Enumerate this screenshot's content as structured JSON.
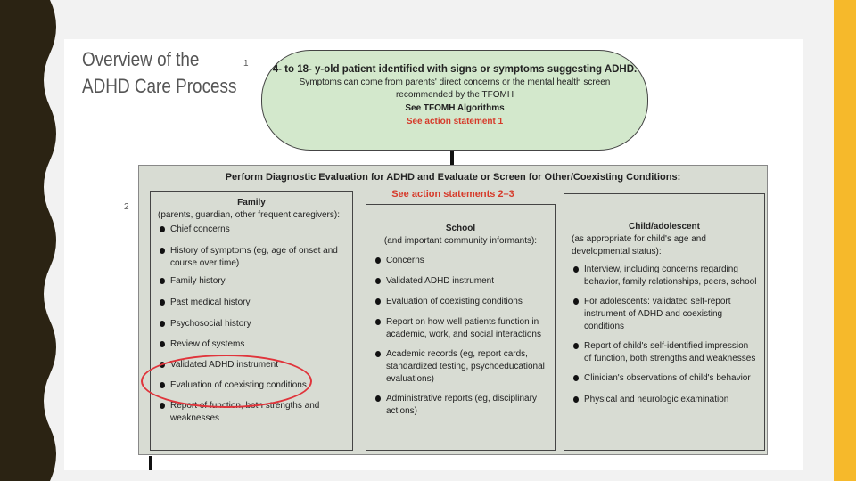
{
  "slide_title": {
    "line1": "Overview of the",
    "line2": "ADHD Care Process"
  },
  "step_numbers": {
    "step1": "1",
    "step2": "2"
  },
  "top_box": {
    "line1": "4- to 18- y-old patient identified with signs or symptoms suggesting ADHD.",
    "line2a": "Symptoms can come from parents' direct concerns or the mental health screen",
    "line2b": "recommended by the TFOMH",
    "line3": "See TFOMH Algorithms",
    "line4": "See action statement 1"
  },
  "eval_box": {
    "title": "Perform Diagnostic Evaluation for ADHD and Evaluate or Screen for Other/Coexisting Conditions:",
    "red_text": "See action statements 2–3"
  },
  "columns": {
    "family": {
      "heading": "Family",
      "subheading": "(parents, guardian, other frequent caregivers):",
      "items": [
        "Chief concerns",
        "History of symptoms (eg, age of onset and course over time)",
        "Family history",
        "Past medical history",
        "Psychosocial history",
        "Review of systems",
        "Validated ADHD instrument",
        "Evaluation of coexisting conditions",
        "Report of function, both strengths and weaknesses"
      ]
    },
    "school": {
      "heading": "School",
      "subheading": "(and important community informants):",
      "items": [
        "Concerns",
        "Validated ADHD instrument",
        "Evaluation of coexisting conditions",
        "Report on how well patients function in academic, work, and social interactions",
        "Academic records (eg, report cards, standardized testing, psychoeducational evaluations)",
        "Administrative reports (eg, disciplinary actions)"
      ]
    },
    "child": {
      "heading": "Child/adolescent",
      "subheading": "(as appropriate for child's age and developmental status):",
      "items": [
        "Interview, including concerns regarding behavior, family relationships, peers, school",
        "For adolescents: validated self-report instrument of ADHD and coexisting conditions",
        "Report of child's self-identified impression of function, both strengths and weaknesses",
        "Clinician's observations of child's behavior",
        "Physical and neurologic examination"
      ]
    }
  },
  "colors": {
    "accent_yellow": "#f6b92b",
    "left_band": "#2b2313",
    "green_box": "#d3e8cc",
    "red_text": "#d63a2a",
    "highlight_circle": "#e0343b"
  }
}
